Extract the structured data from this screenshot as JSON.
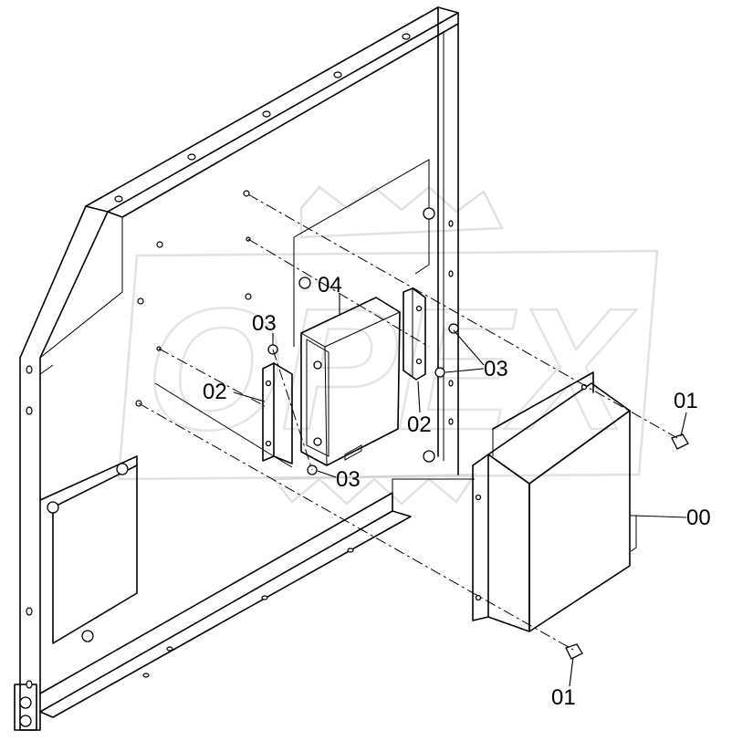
{
  "diagram": {
    "watermark": "OPEX",
    "callouts": [
      {
        "id": "c1",
        "text": "04"
      },
      {
        "id": "c2",
        "text": "03"
      },
      {
        "id": "c3",
        "text": "02"
      },
      {
        "id": "c4",
        "text": "03"
      },
      {
        "id": "c5",
        "text": "02"
      },
      {
        "id": "c6",
        "text": "03"
      },
      {
        "id": "c7",
        "text": "01"
      },
      {
        "id": "c8",
        "text": "00"
      },
      {
        "id": "c9",
        "text": "01"
      }
    ]
  }
}
